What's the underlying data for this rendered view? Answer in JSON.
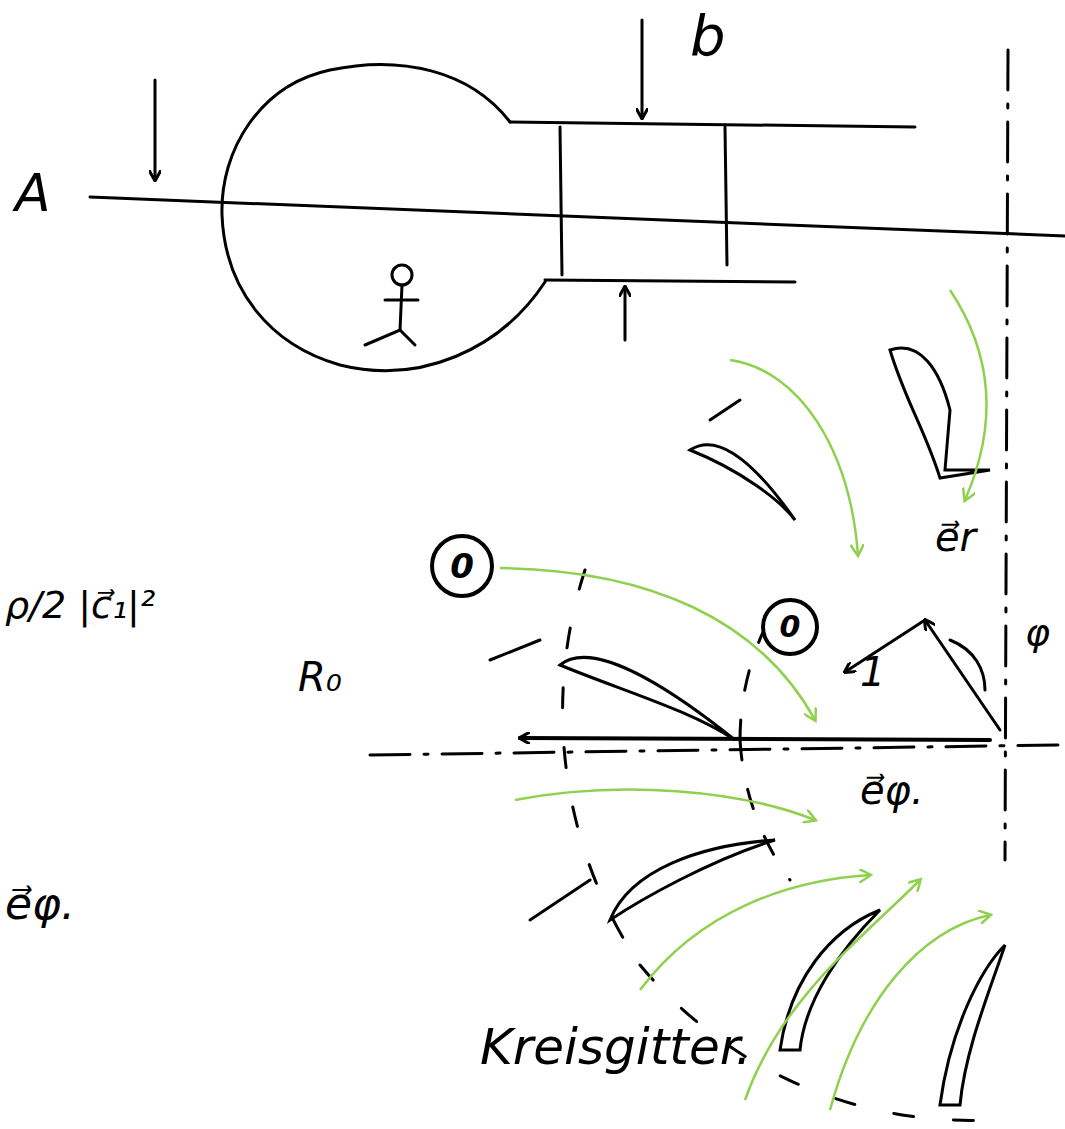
{
  "diagram": {
    "nodes": [
      {
        "text": [
          "0"
        ]
      },
      {
        "text": [
          "0"
        ]
      }
    ],
    "labels": [
      "A",
      "b",
      "ρ/2 |c⃗₁|²",
      "R₀",
      "e⃗r",
      "φ",
      "1",
      "e⃗φ.",
      "e⃗φ.",
      "Kreisgitter."
    ]
  }
}
